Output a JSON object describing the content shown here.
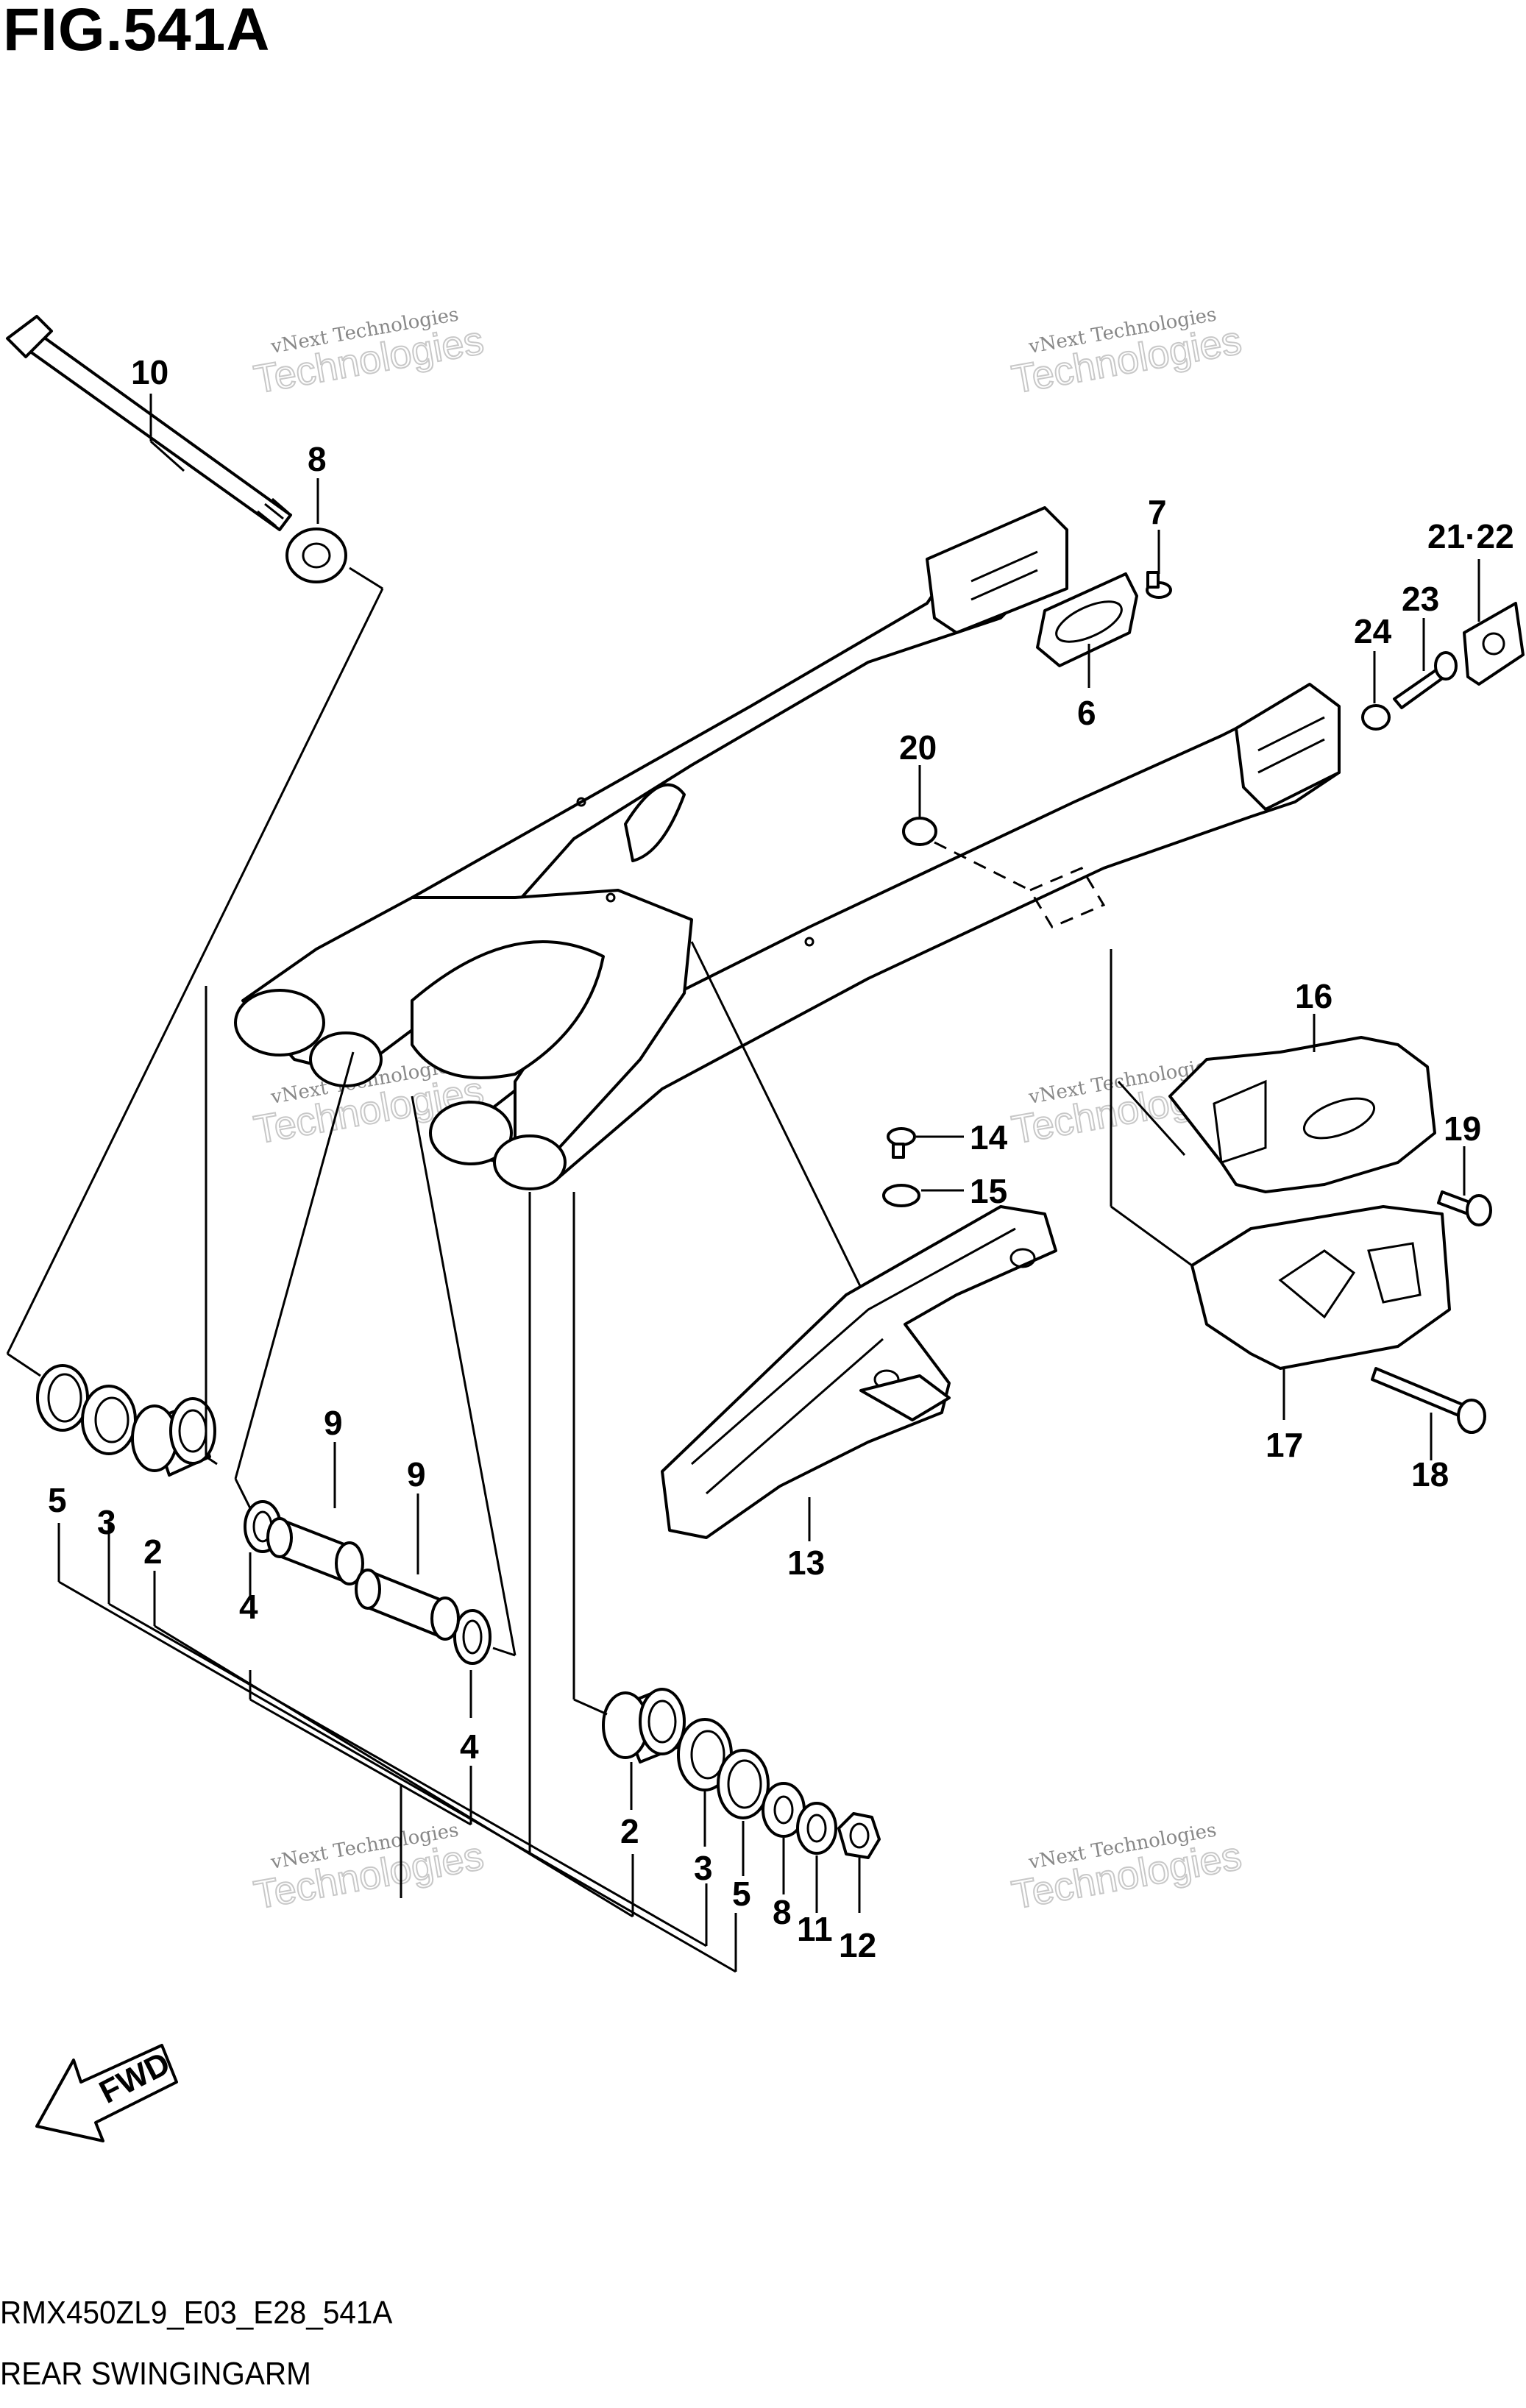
{
  "figure": {
    "title": "FIG.541A",
    "code": "RMX450ZL9_E03_E28_541A",
    "name": "REAR SWINGINGARM"
  },
  "watermark": {
    "small": "vNext Technologies",
    "big": "Technologies",
    "top": "vNext"
  },
  "fwd_label": "FWD",
  "callouts": [
    {
      "id": "c10",
      "text": "10"
    },
    {
      "id": "c8a",
      "text": "8"
    },
    {
      "id": "c7",
      "text": "7"
    },
    {
      "id": "c2122",
      "text": "21·22"
    },
    {
      "id": "c23",
      "text": "23"
    },
    {
      "id": "c24",
      "text": "24"
    },
    {
      "id": "c6",
      "text": "6"
    },
    {
      "id": "c20",
      "text": "20"
    },
    {
      "id": "c16",
      "text": "16"
    },
    {
      "id": "c14",
      "text": "14"
    },
    {
      "id": "c15",
      "text": "15"
    },
    {
      "id": "c19",
      "text": "19"
    },
    {
      "id": "c17",
      "text": "17"
    },
    {
      "id": "c18",
      "text": "18"
    },
    {
      "id": "c13",
      "text": "13"
    },
    {
      "id": "c5a",
      "text": "5"
    },
    {
      "id": "c3a",
      "text": "3"
    },
    {
      "id": "c2a",
      "text": "2"
    },
    {
      "id": "c9a",
      "text": "9"
    },
    {
      "id": "c9b",
      "text": "9"
    },
    {
      "id": "c4a",
      "text": "4"
    },
    {
      "id": "c4b",
      "text": "4"
    },
    {
      "id": "c2b",
      "text": "2"
    },
    {
      "id": "c3b",
      "text": "3"
    },
    {
      "id": "c5b",
      "text": "5"
    },
    {
      "id": "c8b",
      "text": "8"
    },
    {
      "id": "c11",
      "text": "11"
    },
    {
      "id": "c12",
      "text": "12"
    }
  ]
}
